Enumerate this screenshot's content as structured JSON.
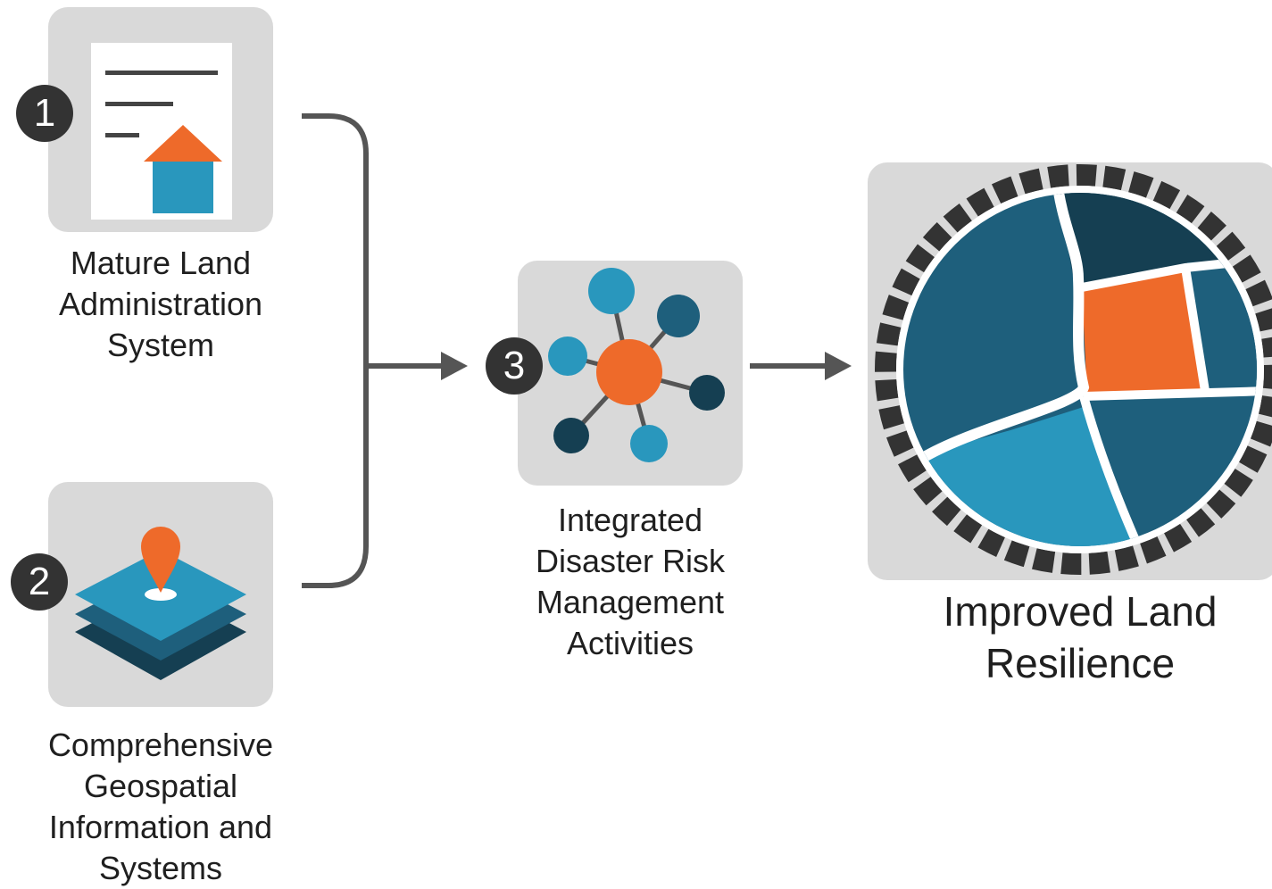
{
  "colors": {
    "tile_bg": "#d9d9d9",
    "orange": "#ee6a2a",
    "blue_light": "#2997bd",
    "blue_mid": "#1e5f7c",
    "blue_dark": "#153f52",
    "connector": "#555555",
    "badge": "#333333"
  },
  "steps": [
    {
      "number": "1",
      "label": "Mature Land\nAdministration\nSystem",
      "icon": "land-document-icon"
    },
    {
      "number": "2",
      "label": "Comprehensive\nGeospatial\nInformation and\nSystems",
      "icon": "map-layers-pin-icon"
    },
    {
      "number": "3",
      "label": "Integrated\nDisaster Risk\nManagement\nActivities",
      "icon": "network-hub-icon"
    }
  ],
  "outcome": {
    "label": "Improved Land\nResilience",
    "icon": "land-parcels-circle-icon"
  }
}
